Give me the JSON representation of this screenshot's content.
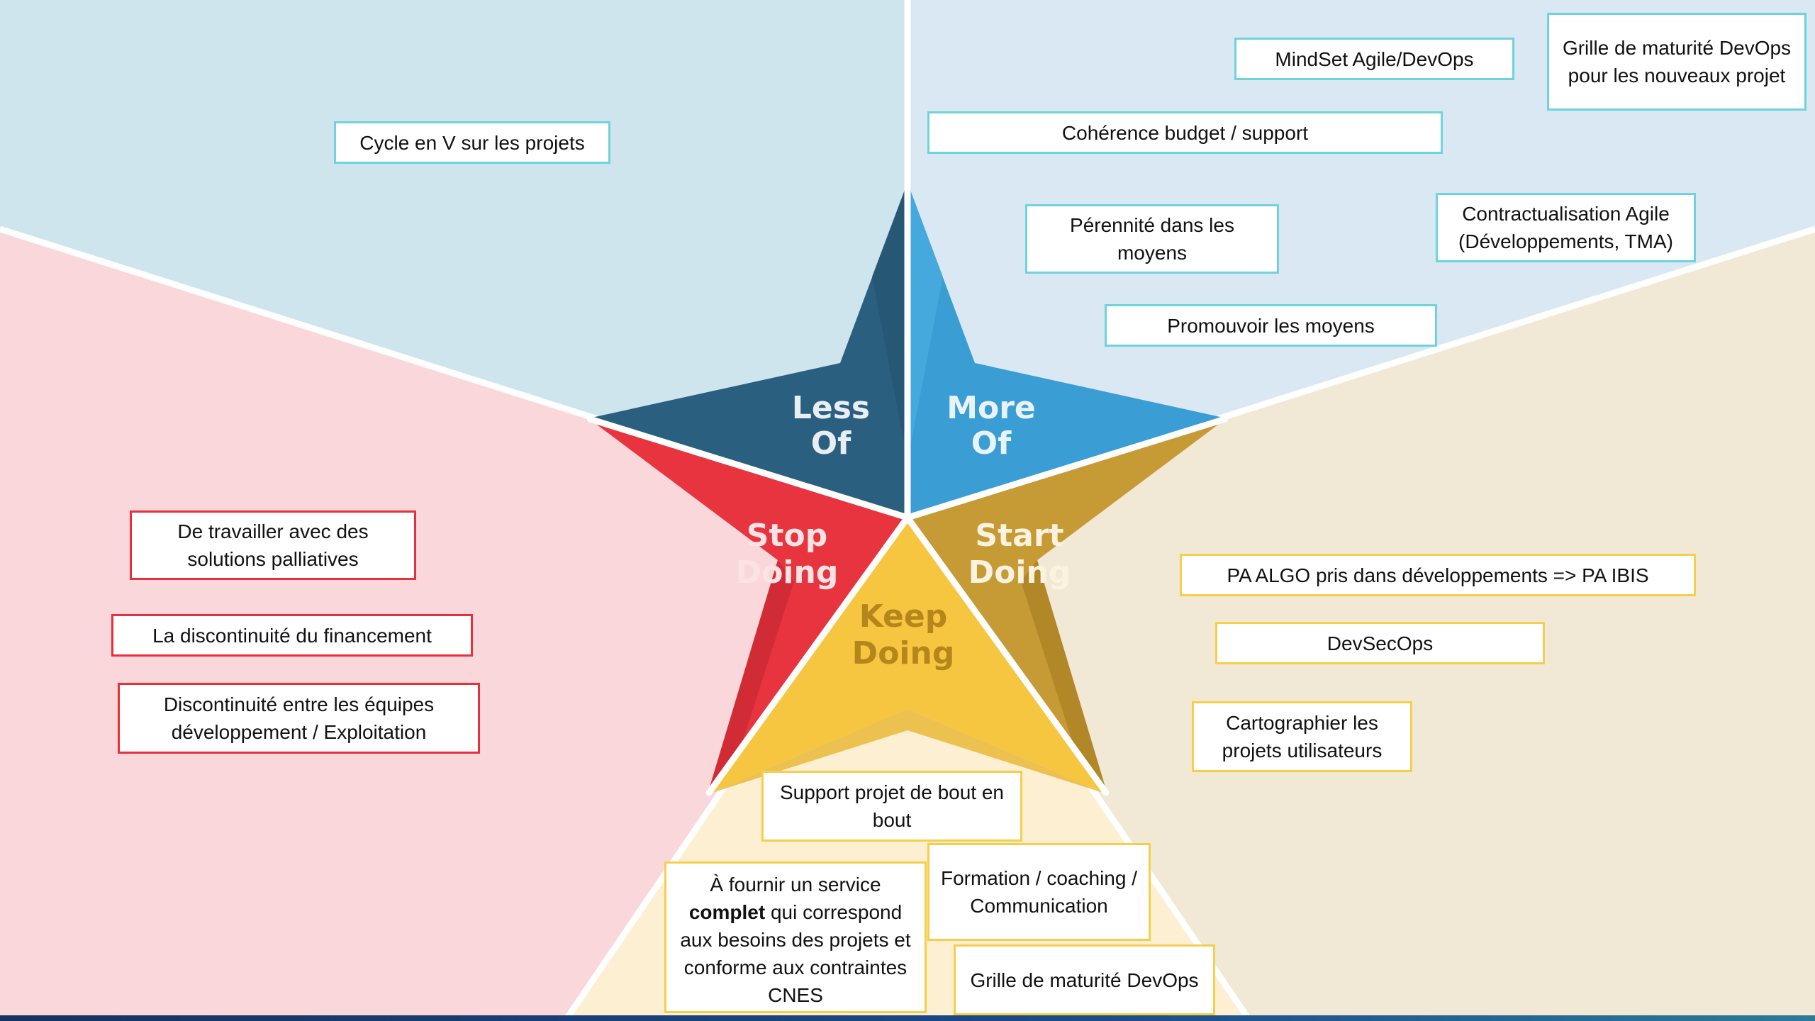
{
  "colors": {
    "less_bg": "#cfe5ee",
    "more_bg": "#d9e8f2",
    "stop_bg": "#fad7da",
    "start_bg": "#f2e8d6",
    "keep_bg": "#fcefd2",
    "less_star": "#2a5f80",
    "more_star": "#3a9dd4",
    "stop_star": "#e8343e",
    "start_star": "#c69a35",
    "keep_star": "#f7c640",
    "note_teal": "#6fd3dc",
    "note_red": "#e8303d",
    "note_yellow": "#f5cf4c"
  },
  "star": {
    "less_line1": "Less",
    "less_line2": "Of",
    "more_line1": "More",
    "more_line2": "Of",
    "stop_line1": "Stop",
    "stop_line2": "Doing",
    "start_line1": "Start",
    "start_line2": "Doing",
    "keep_line1": "Keep",
    "keep_line2": "Doing"
  },
  "less_of": {
    "items": [
      "Cycle en V sur les projets"
    ]
  },
  "more_of": {
    "items": [
      "MindSet Agile/DevOps",
      "Grille de maturité DevOps pour les nouveaux projet",
      "Cohérence budget / support",
      "Pérennité dans les moyens",
      "Contractualisation Agile (Développements, TMA)",
      "Promouvoir les moyens"
    ]
  },
  "stop_doing": {
    "items": [
      "De travailler avec des solutions palliatives",
      "La discontinuité du financement",
      "Discontinuité entre les équipes développement / Exploitation"
    ]
  },
  "start_doing": {
    "items": [
      "PA ALGO pris dans développements => PA IBIS",
      "DevSecOps",
      "Cartographier les projets utilisateurs"
    ]
  },
  "keep_doing": {
    "items": [
      "Support projet de bout en bout",
      "Formation / coaching / Communication",
      "Grille de maturité DevOps"
    ],
    "service_pre": "À fournir un service",
    "service_bold": "complet",
    "service_post": "qui correspond aux besoins des projets et conforme aux contraintes CNES"
  }
}
